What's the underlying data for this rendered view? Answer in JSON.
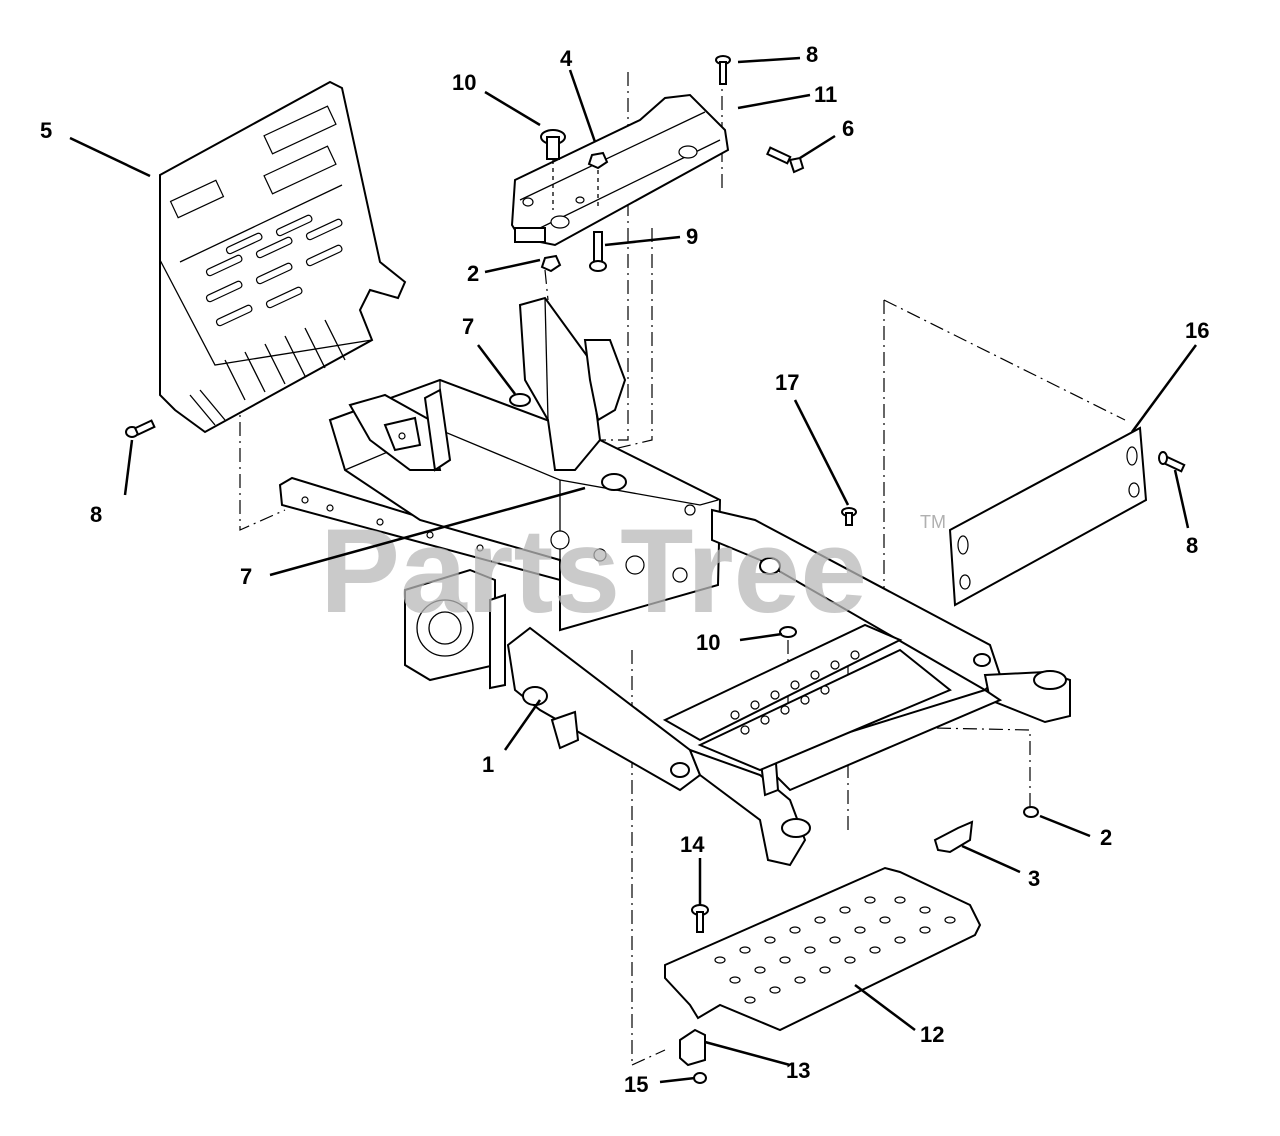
{
  "diagram": {
    "watermark": "PartsTree",
    "trademark": "TM",
    "callouts": [
      {
        "id": "c1",
        "label": "1"
      },
      {
        "id": "c2a",
        "label": "2"
      },
      {
        "id": "c2b",
        "label": "2"
      },
      {
        "id": "c3",
        "label": "3"
      },
      {
        "id": "c4",
        "label": "4"
      },
      {
        "id": "c5",
        "label": "5"
      },
      {
        "id": "c6",
        "label": "6"
      },
      {
        "id": "c7a",
        "label": "7"
      },
      {
        "id": "c7b",
        "label": "7"
      },
      {
        "id": "c8a",
        "label": "8"
      },
      {
        "id": "c8b",
        "label": "8"
      },
      {
        "id": "c8c",
        "label": "8"
      },
      {
        "id": "c9",
        "label": "9"
      },
      {
        "id": "c10a",
        "label": "10"
      },
      {
        "id": "c10b",
        "label": "10"
      },
      {
        "id": "c11",
        "label": "11"
      },
      {
        "id": "c12",
        "label": "12"
      },
      {
        "id": "c13",
        "label": "13"
      },
      {
        "id": "c14",
        "label": "14"
      },
      {
        "id": "c15",
        "label": "15"
      },
      {
        "id": "c16",
        "label": "16"
      },
      {
        "id": "c17",
        "label": "17"
      }
    ]
  }
}
